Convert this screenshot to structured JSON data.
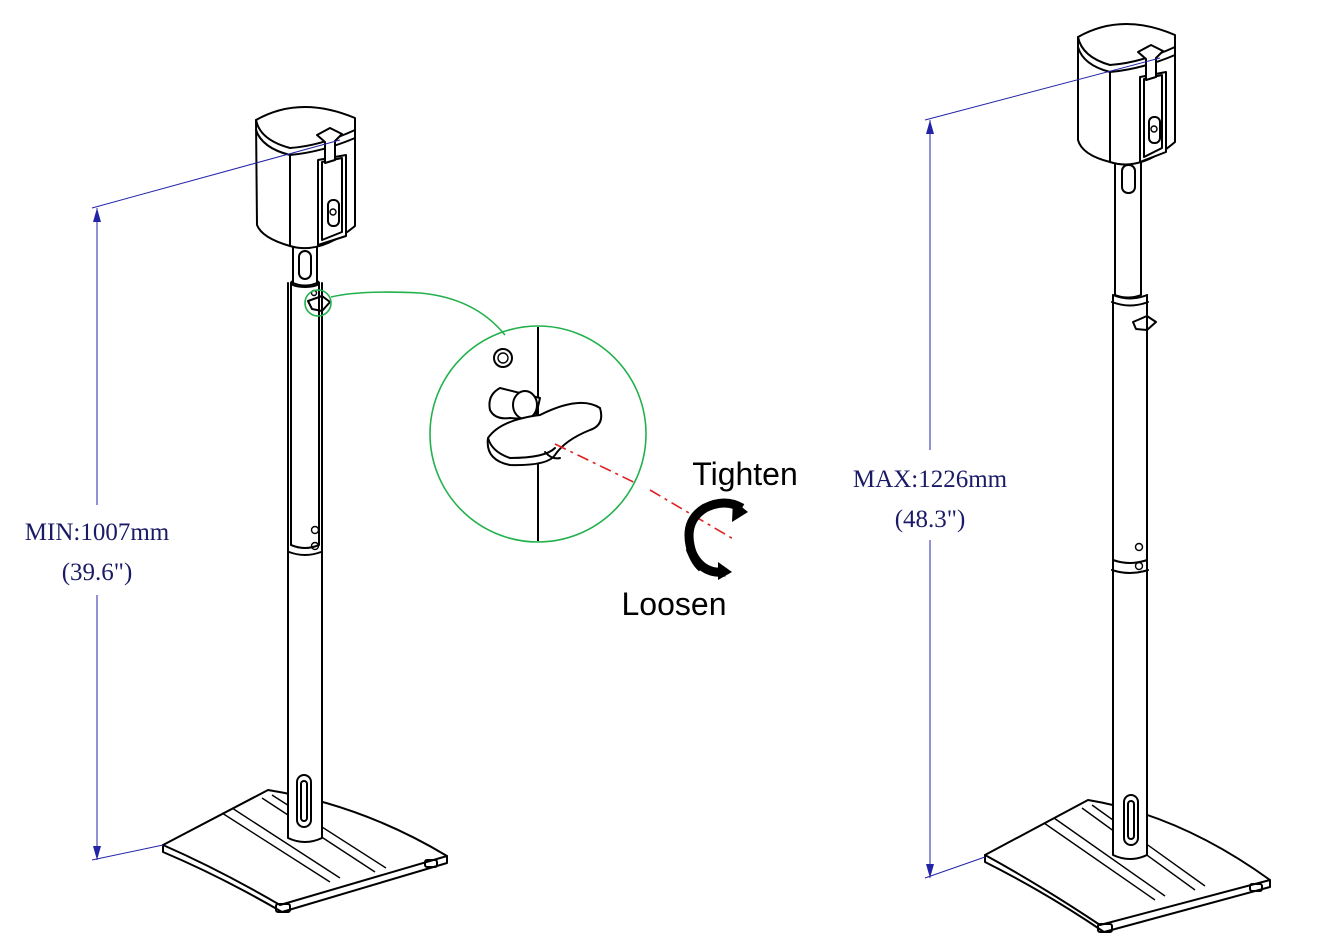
{
  "dimensions": {
    "min": {
      "label": "MIN:1007mm",
      "inches": "(39.6\")"
    },
    "max": {
      "label": "MAX:1226mm",
      "inches": "(48.3\")"
    }
  },
  "knob_actions": {
    "tighten": "Tighten",
    "loosen": "Loosen"
  },
  "colors": {
    "dimension_line": "#2323a8",
    "callout": "#22b14c",
    "axis_dash": "#e02020",
    "outline": "#000000"
  }
}
